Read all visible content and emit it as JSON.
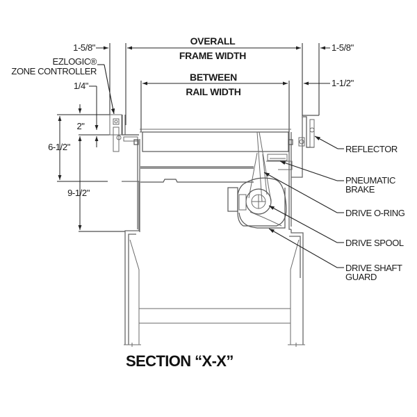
{
  "title": "SECTION “X-X”",
  "dimensions": {
    "overall_frame_width": [
      "OVERALL",
      "FRAME WIDTH"
    ],
    "between_rail_width": [
      "BETWEEN",
      "RAIL WIDTH"
    ],
    "left_top_offset": "1-5/8\"",
    "right_top_offset": "1-5/8\"",
    "right_rail_offset": "1-1/2\"",
    "quarter": "1/4\"",
    "two_inch": "2\"",
    "six_half": "6-1/2\"",
    "nine_half": "9-1/2\""
  },
  "callouts": {
    "ezlogic": [
      "EZLOGIC®",
      "ZONE CONTROLLER"
    ],
    "reflector": "REFLECTOR",
    "pneumatic_brake": [
      "PNEUMATIC",
      "BRAKE"
    ],
    "drive_oring": "DRIVE O-RING",
    "drive_spool": "DRIVE SPOOL",
    "drive_shaft_guard": [
      "DRIVE SHAFT",
      "GUARD"
    ]
  },
  "colors": {
    "line": "#555555",
    "text": "#1a1a1a",
    "background": "#ffffff"
  }
}
